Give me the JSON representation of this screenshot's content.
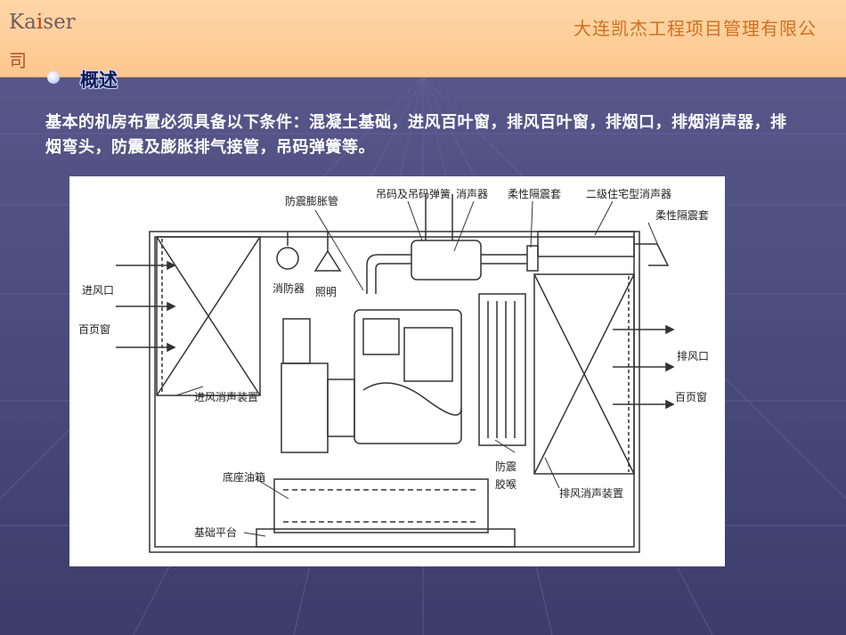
{
  "header": {
    "brand_main": "Ka",
    "brand_accent": "i",
    "brand_end": "ser",
    "brand_wrap": "司",
    "company": "大连凯杰工程项目管理有限公"
  },
  "section": {
    "heading": "概述",
    "paragraph": "基本的机房布置必须具备以下条件：混凝土基础，进风百叶窗，排风百叶窗，排烟口，排烟消声器，排烟弯头，防震及膨胀排气接管，吊码弹簧等。"
  },
  "diagram": {
    "labels": {
      "expansion": "防震膨胀管",
      "hanger": "吊码及吊码弹簧",
      "muffler": "消声器",
      "flex1": "柔性隔震套",
      "secondary_muffler": "二级住宅型消声器",
      "flex2": "柔性隔震套",
      "intake": "进风口",
      "louver_left": "百页窗",
      "fire": "消防器",
      "light": "照明",
      "exhaust": "排风口",
      "louver_right": "百页窗",
      "intake_silencer": "进风消声装置",
      "base_tank": "底座油箱",
      "vibration": "防震",
      "throat": "胶喉",
      "exhaust_silencer": "排风消声装置",
      "foundation": "基础平台"
    }
  },
  "colors": {
    "header_bg": "#fdc78e",
    "slide_bg": "#4a4a7c",
    "company_text": "#d07020",
    "heading_text": "#111a55"
  }
}
